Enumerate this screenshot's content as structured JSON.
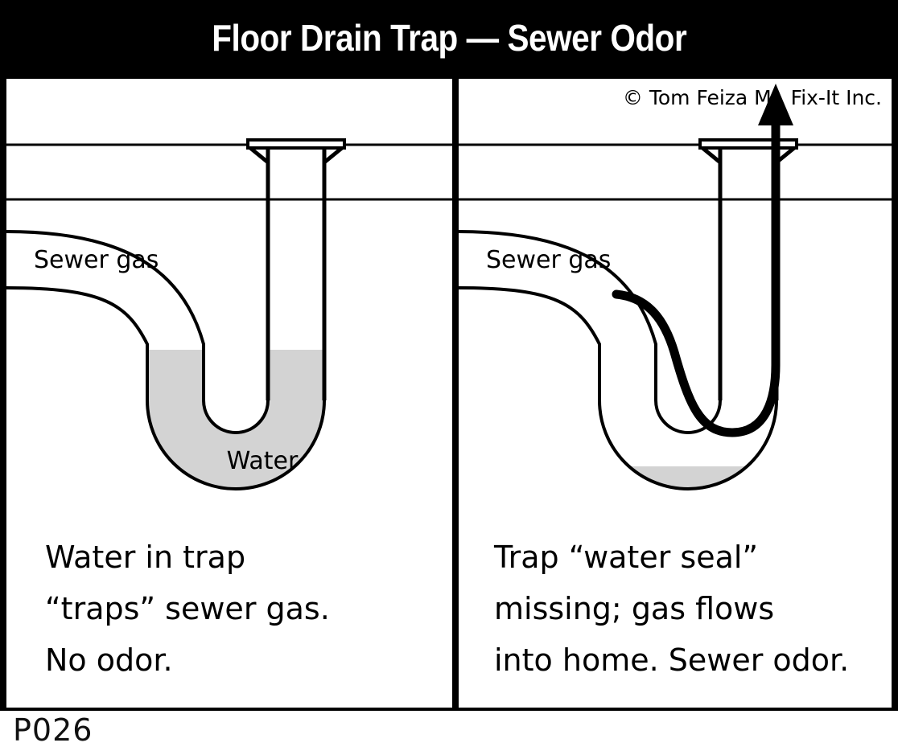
{
  "title": "Floor Drain Trap — Sewer Odor",
  "copyright": "© Tom Feiza Mr. Fix-It Inc.",
  "page_code": "P026",
  "colors": {
    "background": "#000000",
    "panel": "#ffffff",
    "ink": "#000000",
    "water_fill": "#d3d3d3",
    "title_text": "#ffffff"
  },
  "panels": [
    {
      "id": "left",
      "name": "working-trap",
      "labels": {
        "sewer_gas": "Sewer gas",
        "water": "Water"
      },
      "caption_lines": [
        "Water in trap",
        "“traps” sewer gas.",
        "No odor."
      ],
      "state": {
        "water_seal": "full",
        "gas_flow": "blocked",
        "odor": "none"
      }
    },
    {
      "id": "right",
      "name": "dry-trap",
      "labels": {
        "sewer_gas": "Sewer gas"
      },
      "caption_lines": [
        "Trap “water seal”",
        "missing; gas flows",
        "into home. Sewer odor."
      ],
      "state": {
        "water_seal": "missing",
        "gas_flow": "into-home",
        "odor": "sewer odor"
      }
    }
  ]
}
